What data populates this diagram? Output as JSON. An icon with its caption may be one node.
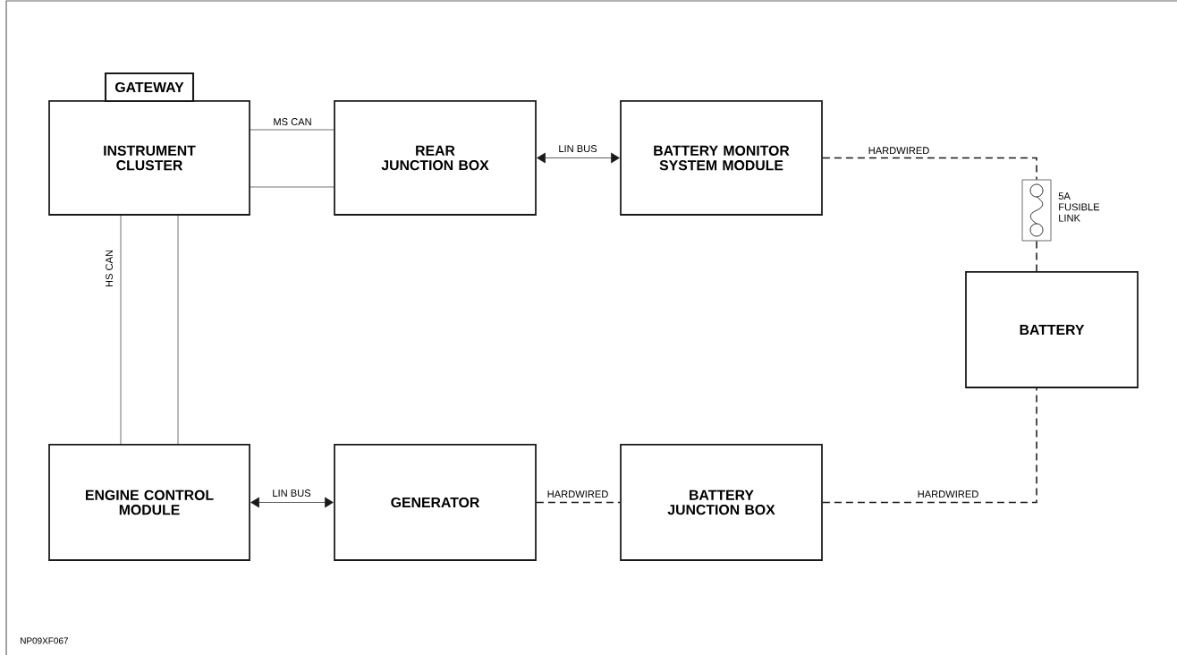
{
  "diagram": {
    "nodes": [
      {
        "text": [
          "GATEWAY"
        ]
      },
      {
        "text": [
          "INSTRUMENT CLUSTER"
        ]
      },
      {
        "text": [
          "REAR JUNCTION BOX"
        ]
      },
      {
        "text": [
          "BATTERY MONITOR SYSTEM MODULE"
        ]
      },
      {
        "text": [],
        "shape": "box",
        "beside": [
          "5A FUSIBLE LINK"
        ]
      },
      {
        "text": [
          "BATTERY"
        ]
      },
      {
        "text": [
          "ENGINE CONTROL MODULE"
        ]
      },
      {
        "text": [
          "GENERATOR"
        ]
      },
      {
        "text": [
          "BATTERY JUNCTION BOX"
        ]
      }
    ],
    "edges": [
      {
        "from": 1,
        "to": 2,
        "arrow": "none",
        "label": "MS CAN"
      },
      {
        "from": 1,
        "to": 2,
        "arrow": "none"
      },
      {
        "from": 1,
        "to": 6,
        "arrow": "none",
        "label": "HS CAN"
      },
      {
        "from": 1,
        "to": 6,
        "arrow": "none"
      },
      {
        "from": 2,
        "to": 3,
        "arrow": "both",
        "label": "LIN BUS"
      },
      {
        "from": 3,
        "to": 4,
        "arrow": "none",
        "label": "HARDWIRED",
        "style": "dashed"
      },
      {
        "from": 4,
        "to": 5,
        "arrow": "none",
        "style": "dashed"
      },
      {
        "from": 6,
        "to": 7,
        "arrow": "both",
        "label": "LIN BUS"
      },
      {
        "from": 7,
        "to": 8,
        "arrow": "none",
        "label": "HARDWIRED",
        "style": "dashed"
      },
      {
        "from": 8,
        "to": 5,
        "arrow": "none",
        "label": "HARDWIRED",
        "style": "dashed"
      }
    ],
    "labels": [
      "NP09XF067"
    ]
  }
}
